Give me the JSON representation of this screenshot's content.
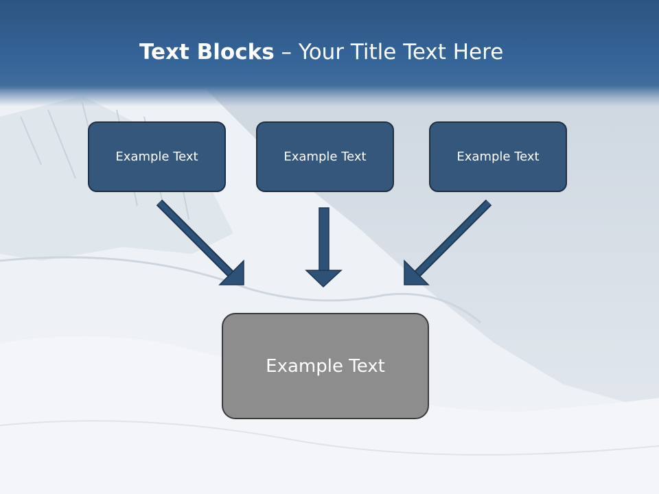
{
  "slide": {
    "title_bold": "Text Blocks",
    "title_sep": " – ",
    "title_rest": "Your Title Text Here"
  },
  "diagram": {
    "sources": [
      {
        "label": "Example Text"
      },
      {
        "label": "Example Text"
      },
      {
        "label": "Example Text"
      }
    ],
    "target": {
      "label": "Example Text"
    }
  },
  "colors": {
    "header": "#356498",
    "source_fill": "#36577c",
    "source_border": "#1e2f45",
    "target_fill": "#8d8d8d",
    "target_border": "#3a3a3a",
    "arrow": "#2e5178"
  }
}
